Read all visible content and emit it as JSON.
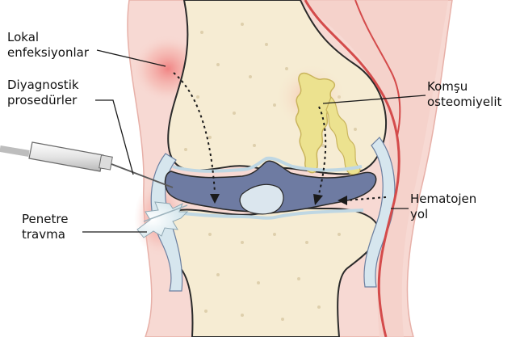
{
  "labels": {
    "local_infections": {
      "line1": "Lokal",
      "line2": "enfeksiyonlar"
    },
    "diagnostic_procedures": {
      "line1": "Diyagnostik",
      "line2": "prosedürler"
    },
    "penetrating_trauma": {
      "line1": "Penetre",
      "line2": "travma"
    },
    "adjacent_osteomyelitis": {
      "line1": "Komşu",
      "line2": "osteomiyelit"
    },
    "hematogenous_route": {
      "line1": "Hematojen",
      "line2": "yol"
    }
  },
  "colors": {
    "skin": "#f7d9d3",
    "skin_edge": "#e9b3ab",
    "bone": "#f6ecd3",
    "bone_outline": "#2a2a2a",
    "cartilage": "#d6e6ee",
    "joint_space": "#6e7ba2",
    "infection": "#f2a2a0",
    "osteo": "#e6dc8a",
    "vessel": "#d44b4b"
  }
}
